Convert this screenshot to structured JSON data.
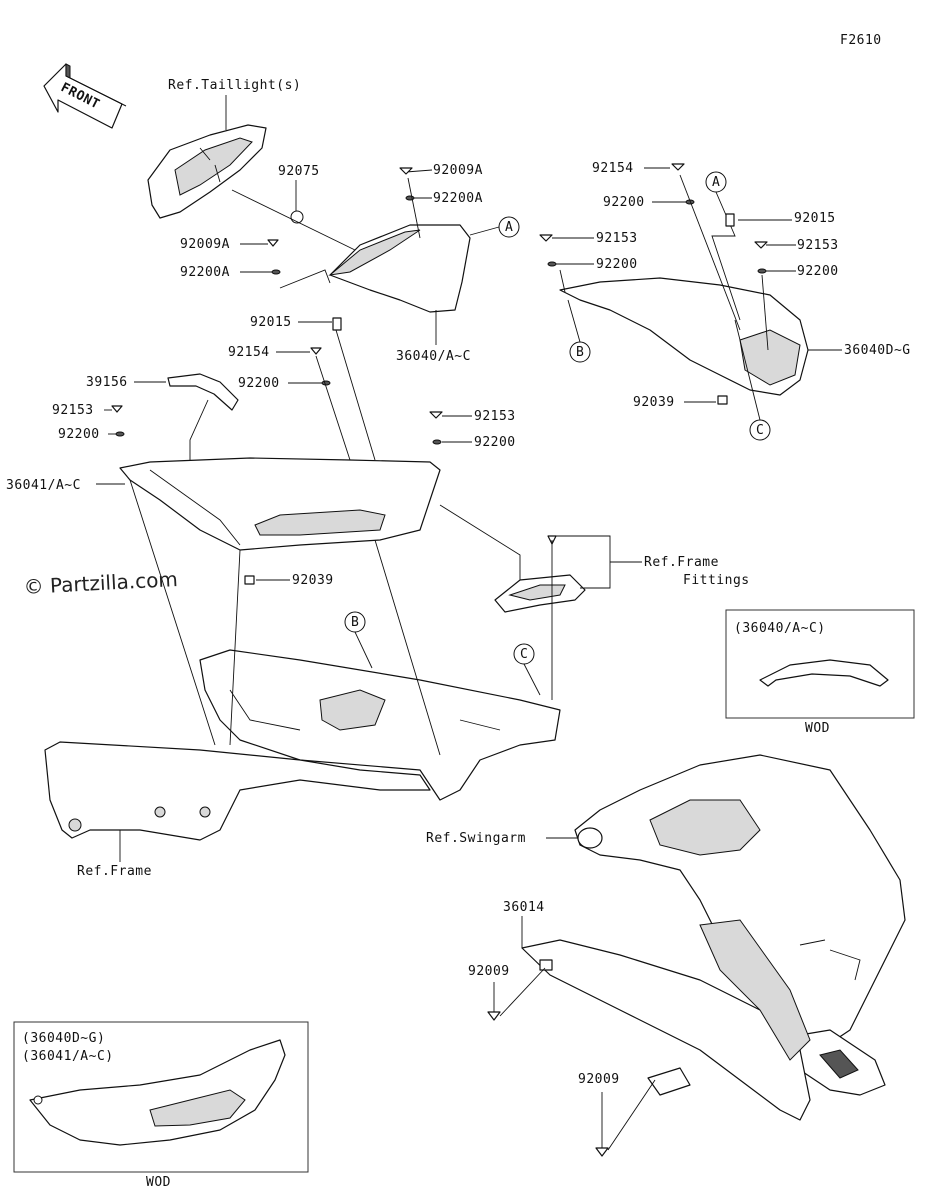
{
  "figure_code": "F2610",
  "watermark": "© Partzilla.com",
  "front_label": "FRONT",
  "labels": {
    "ref_taillight": "Ref.Taillight(s)",
    "p92075": "92075",
    "p92009A_1": "92009A",
    "p92200A_1": "92200A",
    "p92009A_2": "92009A",
    "p92200A_2": "92200A",
    "p92015_1": "92015",
    "p36040": "36040/A~C",
    "p92154_1": "92154",
    "p92200_1": "92200",
    "p39156": "39156",
    "p92153_1": "92153",
    "p92200_2": "92200",
    "p36041": "36041/A~C",
    "p92153_2": "92153",
    "p92200_3": "92200",
    "p92039_1": "92039",
    "p92154_2": "92154",
    "p92200_4": "92200",
    "p92015_2": "92015",
    "p92153_3": "92153",
    "p92200_5": "92200",
    "p92153_4": "92153",
    "p92200_6": "92200",
    "p36040D": "36040D~G",
    "p92039_2": "92039",
    "ref_frame_fittings_1": "Ref.Frame",
    "ref_frame_fittings_2": "Fittings",
    "ref_frame": "Ref.Frame",
    "ref_swingarm": "Ref.Swingarm",
    "p36014": "36014",
    "p92009_1": "92009",
    "p92009_2": "92009"
  },
  "callouts": {
    "a1": "A",
    "a2": "A",
    "b1": "B",
    "b2": "B",
    "c1": "C",
    "c2": "C"
  },
  "inset_top": {
    "line1": "(36040/A~C)",
    "note": "WOD"
  },
  "inset_bottom": {
    "line1": "(36040D~G)",
    "line2": "(36041/A~C)",
    "note": "WOD"
  }
}
